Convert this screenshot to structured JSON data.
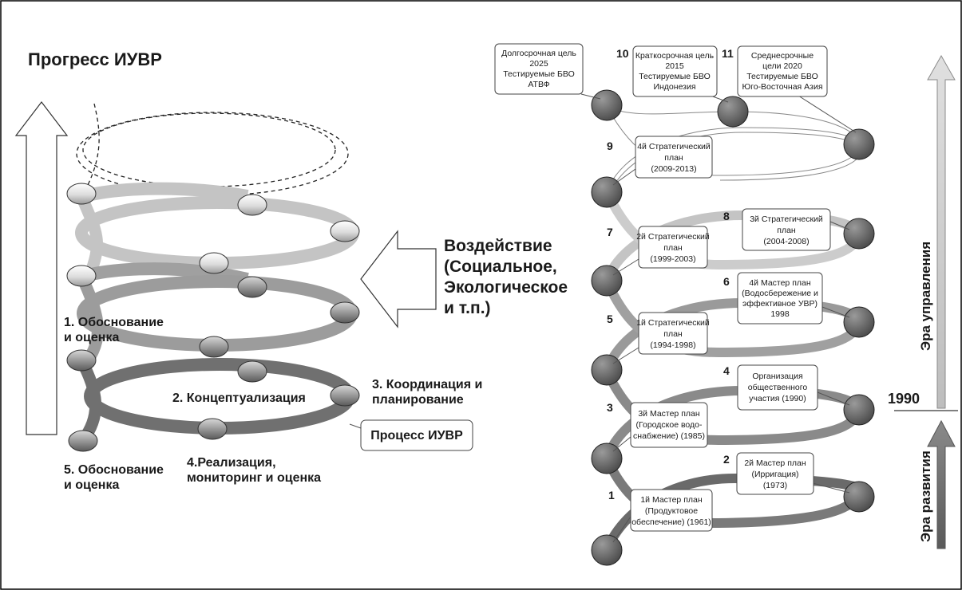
{
  "title": "Прогресс ИУВР",
  "left": {
    "label1": [
      "1. Обоснование",
      "и оценка"
    ],
    "label2": "2. Концептуализация",
    "label3": [
      "3. Координация и",
      "планирование"
    ],
    "label4": [
      "4.Реализация,",
      "мониторинг и оценка"
    ],
    "label5": [
      "5. Обоснование",
      "и оценка"
    ],
    "process": "Процесс ИУВР",
    "impact": [
      "Воздействие",
      "(Социальное,",
      "Экологическое",
      "и т.п.)"
    ]
  },
  "right": {
    "boxes": [
      {
        "num": "1",
        "lines": [
          "1й Мастер план",
          "(Продуктовое",
          "обеспечение) (1961)"
        ]
      },
      {
        "num": "2",
        "lines": [
          "2й Мастер план",
          "(Ирригация)",
          "(1973)"
        ]
      },
      {
        "num": "3",
        "lines": [
          "3й Мастер план",
          "(Городское водо-",
          "снабжение) (1985)"
        ]
      },
      {
        "num": "4",
        "lines": [
          "Организация",
          "общественного",
          "участия (1990)"
        ]
      },
      {
        "num": "5",
        "lines": [
          "1й Стратегический",
          "план",
          "(1994-1998)"
        ]
      },
      {
        "num": "6",
        "lines": [
          "4й Мастер план",
          "(Водосбережение и",
          "эффективное УВР)",
          "1998"
        ]
      },
      {
        "num": "7",
        "lines": [
          "2й Стратегический",
          "план",
          "(1999-2003)"
        ]
      },
      {
        "num": "8",
        "lines": [
          "3й Стратегический",
          "план",
          "(2004-2008)"
        ]
      },
      {
        "num": "9",
        "lines": [
          "4й Стратегический",
          "план",
          "(2009-2013)"
        ]
      },
      {
        "num": "10",
        "lines": [
          "Краткосрочная цель",
          "2015",
          "Тестируемые БВО",
          "Индонезия"
        ]
      },
      {
        "num": "11",
        "lines": [
          "Среднесрочные",
          "цели 2020",
          "Тестируемые БВО",
          "Юго-Восточная Азия"
        ]
      },
      {
        "num": "",
        "lines": [
          "Долгосрочная цель",
          "2025",
          "Тестируемые БВО",
          "АТВФ"
        ]
      }
    ],
    "era_management": "Эра управления",
    "era_development": "Эра развития",
    "year": "1990"
  },
  "colors": {
    "ring_light": "#c8c8c8",
    "ring_mid": "#9a9a9a",
    "ring_dark": "#6e6e6e",
    "node_dark": "#6a6a6a",
    "node_light": "#e6e6e6"
  }
}
